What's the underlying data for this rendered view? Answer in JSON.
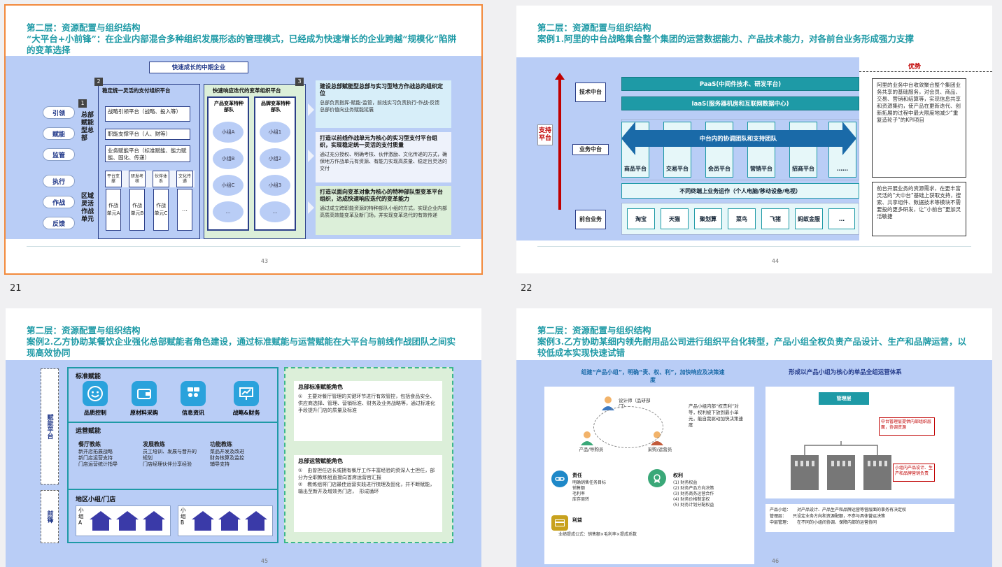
{
  "slides": [
    {
      "number": "21",
      "page": "43",
      "title": "第二层：资源配置与组织结构\n“大平台+小前锋”：在企业内部混合多种组织发展形态的管理模式，已经成为快速增长的企业跨越“规模化”陷阱的变革选择",
      "top_label": "快速成长的中期企业",
      "left_pills": [
        "引领",
        "赋能",
        "监管",
        "执行",
        "作战",
        "反馈"
      ],
      "col1_badge": "1",
      "col1_label": "总部赋能型总部",
      "col2_badge": "2",
      "col2_title": "稳定统一灵活的支付组织平台",
      "col2_rows": [
        "战略引领平台（战略、投入等）",
        "职能支撑平台（人、财等）",
        "业务赋能平台（标准赋能、能力赋能、固化、传递）"
      ],
      "col2_small": [
        "平台支撑",
        "研发考核",
        "伙伴体系",
        "文化传递"
      ],
      "zone_label": "区域灵活作战单元",
      "units": [
        "作战单元A",
        "作战单元B",
        "作战单元C",
        "…"
      ],
      "col3_badge": "3",
      "col3_title": "快速响应迭代的变革组织平台",
      "col3_heads": [
        "产品变革特种部队",
        "品牌变革特种部队"
      ],
      "col3_a": [
        "小组A",
        "小组B",
        "小组C",
        "…"
      ],
      "col3_b": [
        "小组1",
        "小组2",
        "小组3",
        "…"
      ],
      "right": [
        {
          "badge": "1",
          "title": "建设总部赋能型总部与实习型地方作战总的组织定位",
          "items": [
            "总部负责指挥-赋能-监管，前线实习负责执行-作战-反馈",
            "总部价值向业务赋能延展"
          ]
        },
        {
          "badge": "2",
          "title": "打造以前线作战单元为核心的实习型支付平台组织，实现稳定统一灵活的支付质量",
          "items": [
            "通过充分授权、明确考核、伙伴激励、文化传递的方式，确保地方作战单元有资源、有能力实现高质量、稳定且灵活的交付"
          ]
        },
        {
          "badge": "3",
          "title": "打造以面向变革对象为核心的特种部队型变革平台组织，达成快速响应迭代的变革能力",
          "items": [
            "通过成立跨职能资源的特种部队小组的方式，实现企业内部高质高效能变革及新门场，并实现变革迭代的有效传递"
          ]
        }
      ]
    },
    {
      "number": "22",
      "page": "44",
      "title": "第二层：资源配置与组织结构\n案例1.阿里的中台战略集合整个集团的运营数据能力、产品技术能力，对各前台业务形成强力支撑",
      "adv_label": "优势",
      "support_label": "支持平台",
      "left_labels": [
        "技术中台",
        "业务中台",
        "前台业务"
      ],
      "paas": "PaaS(中间件技术、研发平台)",
      "iaas": "IaaS(服务器机房和互联网数据中心)",
      "team": "中台内的协调团队和支持团队",
      "platforms": [
        "商品平台",
        "交易平台",
        "会员平台",
        "营销平台",
        "招商平台",
        "……"
      ],
      "terminal": "不同终端上业务运作（个人电脑/移动设备/电视）",
      "front": [
        "淘宝",
        "天猫",
        "聚划算",
        "菜鸟",
        "飞猪",
        "蚂蚁金服",
        "…"
      ],
      "adv1": "阿里的业务中台收敛聚合整个集团业务共享的基础服务，对会员、商品、交易、营销和结算等，实现信息共享和资源集约，使产品在更新迭代、创新拓展的过程中最大限度地减少“重复造轮子”的KPI项目",
      "adv2": "前台开展业务的资源需求，在更丰富灵活的“大中台”基础上获取支持，搜索、共享组件、数据技术等模块不需要投的更多研发，让“小前台”更加灵活敏捷"
    },
    {
      "page": "45",
      "title": "第二层：资源配置与组织结构\n案例2.乙方协助某餐饮企业强化总部赋能者角色建设，通过标准赋能与运营赋能在大平台与前线作战团队之间实现高效协同",
      "side_labels": [
        "赋能平台",
        "前锋"
      ],
      "std_title": "标准赋能",
      "std_items": [
        "品质控制",
        "原材料采购",
        "信息资讯",
        "战略&财务"
      ],
      "ops_title": "运营赋能",
      "ops_cols": [
        {
          "head": "餐厅教练",
          "items": [
            "新开店拓展战略",
            "新门店运营支持",
            "门店运营统计指导"
          ]
        },
        {
          "head": "发展教练",
          "items": [
            "员工培训、发展与晋升的规划",
            "门店经理伙伴分享经验"
          ]
        },
        {
          "head": "功能教练",
          "items": [
            "菜品开发及改进",
            "财务核算及监控",
            "辅导支持"
          ]
        }
      ],
      "store_title": "地区小组/门店",
      "store_groups": [
        "小组A",
        "小组B"
      ],
      "right": [
        {
          "title": "总部标准赋能角色",
          "items": [
            "①　主要对餐厅管理的关键环节进行有效管控，包括食品安全、供应商选择、管理、营销标准、财务及业务战略等，通过标准化手段提升门店的质量及标准"
          ]
        },
        {
          "title": "总部运营赋能角色",
          "items": [
            "①　由曾担任店长或拥有餐厅工作丰富经验的资深人士担任，部分为全职教练组直接向首席运营官汇报",
            "②　教练组将门店最佳运营实践进行梳理及固化，并不断赋能，输出至新开及增效务门店，　形成循环"
          ]
        }
      ]
    },
    {
      "page": "46",
      "title": "第二层：资源配置与组织结构\n案例3.乙方协助某细内领先耐用品公司进行组织平台化转型，产品小组全权负责产品设计、生产和品牌运营，以较低成本实现快速试错",
      "left_heading": "组建“产品小组”，明确“责、权、利”，加快响应及决策速度",
      "right_heading": "形成以产品小组为核心的单品全组运营体系",
      "roles": [
        "设计师（品研部门）",
        "产品/导购员",
        "采购/运营员"
      ],
      "role_note": "产品小组内部“权责利”对等，权利被下放到最小单元，能自我驱动加快决策速度",
      "mgmt_box": "管理层",
      "red_box1": "中台管理层提供内部组织层面，协调资源",
      "red_box2": "小组内产品设计、生产和品牌营销负责",
      "resp": "责任",
      "resp_items": [
        "明确销售任务目标",
        "销售额",
        "毛利率",
        "库存周转"
      ],
      "power": "权利",
      "power_items": [
        "(1) 财务权益",
        "(2) 财务产品方向决策",
        "(3) 财务商务运营合作",
        "(4) 财务价格制定权",
        "(5) 财务计划分配权益"
      ],
      "benefit": "利益",
      "benefit_items": [
        "业绩提成公式：销售额×毛利率×提成系数"
      ],
      "notes": [
        "产品小组：　　对产品设计、产品生产和品牌运营等营层面的事务有决定权",
        "管理层：　　只设定业务方向和资源配额，不参与具体营运决策",
        "中层管理：　　在不同的小组间协调、保障内部的运营协同"
      ]
    }
  ],
  "colors": {
    "teal": "#1e9aa6",
    "band": "#b9cdf6",
    "navy": "#2b3f88",
    "selection": "#f28a3c",
    "red": "#c00000"
  }
}
